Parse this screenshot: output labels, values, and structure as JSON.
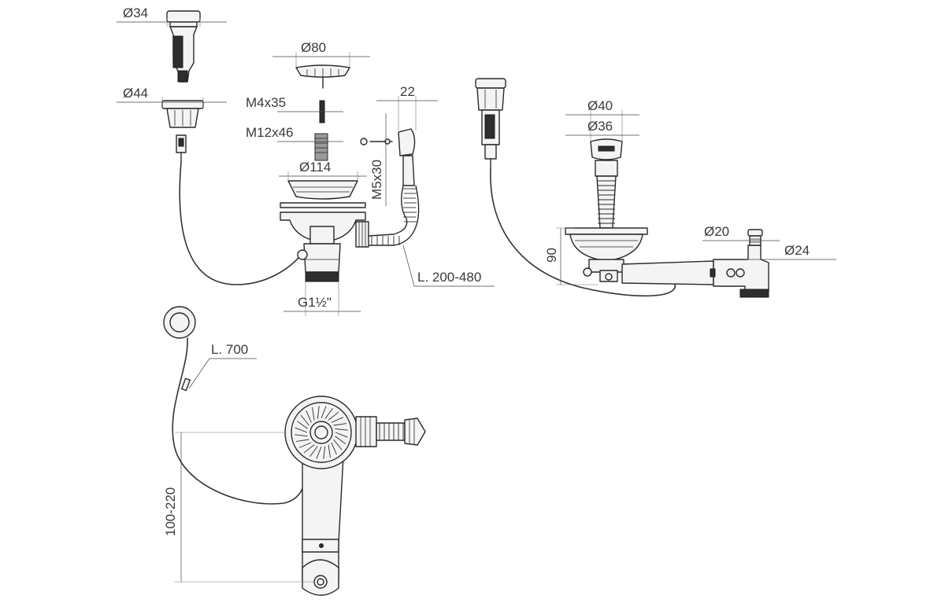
{
  "dimensions": {
    "pop_up_button_diameter": "Ø34",
    "pop_up_housing_diameter": "Ø44",
    "strainer_cap_diameter": "Ø80",
    "screw_small": "M4x35",
    "screw_large": "M12x46",
    "basket_diameter": "Ø114",
    "overflow_screw": "M5x30",
    "overflow_width": "22",
    "flexible_hose_length": "L. 200-480",
    "outlet_thread": "G1½\"",
    "right_cap_outer": "Ø40",
    "right_cap_inner": "Ø36",
    "right_assembly_height": "90",
    "right_pipe_outer": "Ø20",
    "right_pipe_end": "Ø24",
    "cable_length": "L. 700",
    "offset_range": "100-220"
  }
}
